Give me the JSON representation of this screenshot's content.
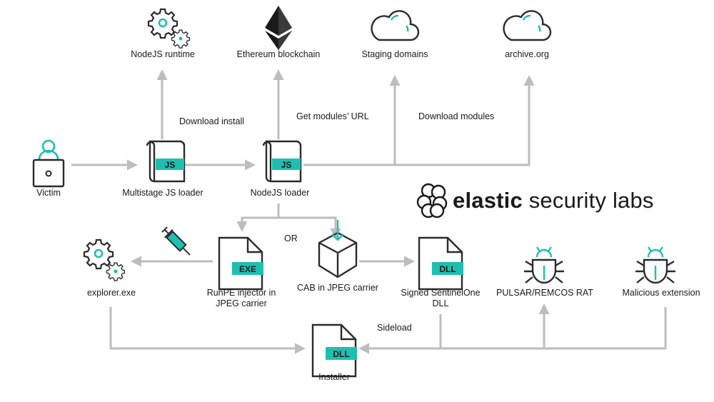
{
  "brand": {
    "name_bold": "elastic",
    "name_light": " security labs"
  },
  "nodes": {
    "nodejs_runtime": "NodeJS runtime",
    "ethereum": "Ethereum blockchain",
    "staging": "Staging domains",
    "archive": "archive.org",
    "victim": "Victim",
    "multistage_loader": "Multistage JS loader",
    "nodejs_loader": "NodeJS loader",
    "explorer": "explorer.exe",
    "runpe_line1": "RunPE injector in",
    "runpe_line2": "JPEG carrier",
    "cab": "CAB in JPEG carrier",
    "sentinel_line1": "Signed SentinelOne",
    "sentinel_line2": "DLL",
    "pulsar": "PULSAR/REMCOS RAT",
    "malicious_ext": "Malicious extension",
    "installer": "Installer"
  },
  "edges": {
    "download_install": "Download install",
    "get_modules_url": "Get modules’ URL",
    "download_modules": "Download modules",
    "or": "OR",
    "sideload": "Sideload"
  },
  "file_tags": {
    "js": "JS",
    "exe": "EXE",
    "dll": "DLL"
  },
  "colors": {
    "accent": "#1fbfb0",
    "line": "#bdbdbd",
    "stroke": "#2b2b2b"
  },
  "icons": [
    "gears-icon",
    "ethereum-icon",
    "cloud-icon",
    "user-laptop-icon",
    "js-file-icon",
    "exe-file-icon",
    "dll-file-icon",
    "box-download-icon",
    "syringe-icon",
    "bug-lock-icon",
    "elastic-logo-icon"
  ]
}
